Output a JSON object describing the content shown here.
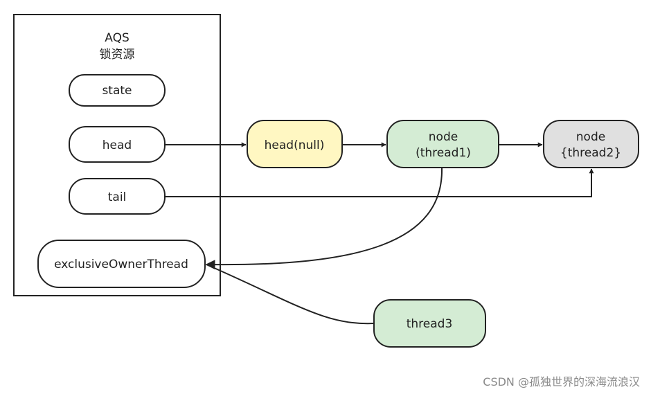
{
  "container": {
    "title": "AQS",
    "subtitle": "锁资源"
  },
  "fields": {
    "state": "state",
    "head": "head",
    "tail": "tail",
    "owner": "exclusiveOwnerThread"
  },
  "queue": {
    "head_node": "head(null)",
    "node1": {
      "line1": "node",
      "line2": "(thread1)"
    },
    "node2": {
      "line1": "node",
      "line2": "{thread2}"
    }
  },
  "thread3": "thread3",
  "watermark": "CSDN @孤独世界的深海流浪汉",
  "colors": {
    "stroke": "#222222",
    "head_node_fill": "#fff7c2",
    "node1_fill": "#d4ecd4",
    "node2_fill": "#e0e0e0",
    "thread3_fill": "#d4ecd4"
  }
}
